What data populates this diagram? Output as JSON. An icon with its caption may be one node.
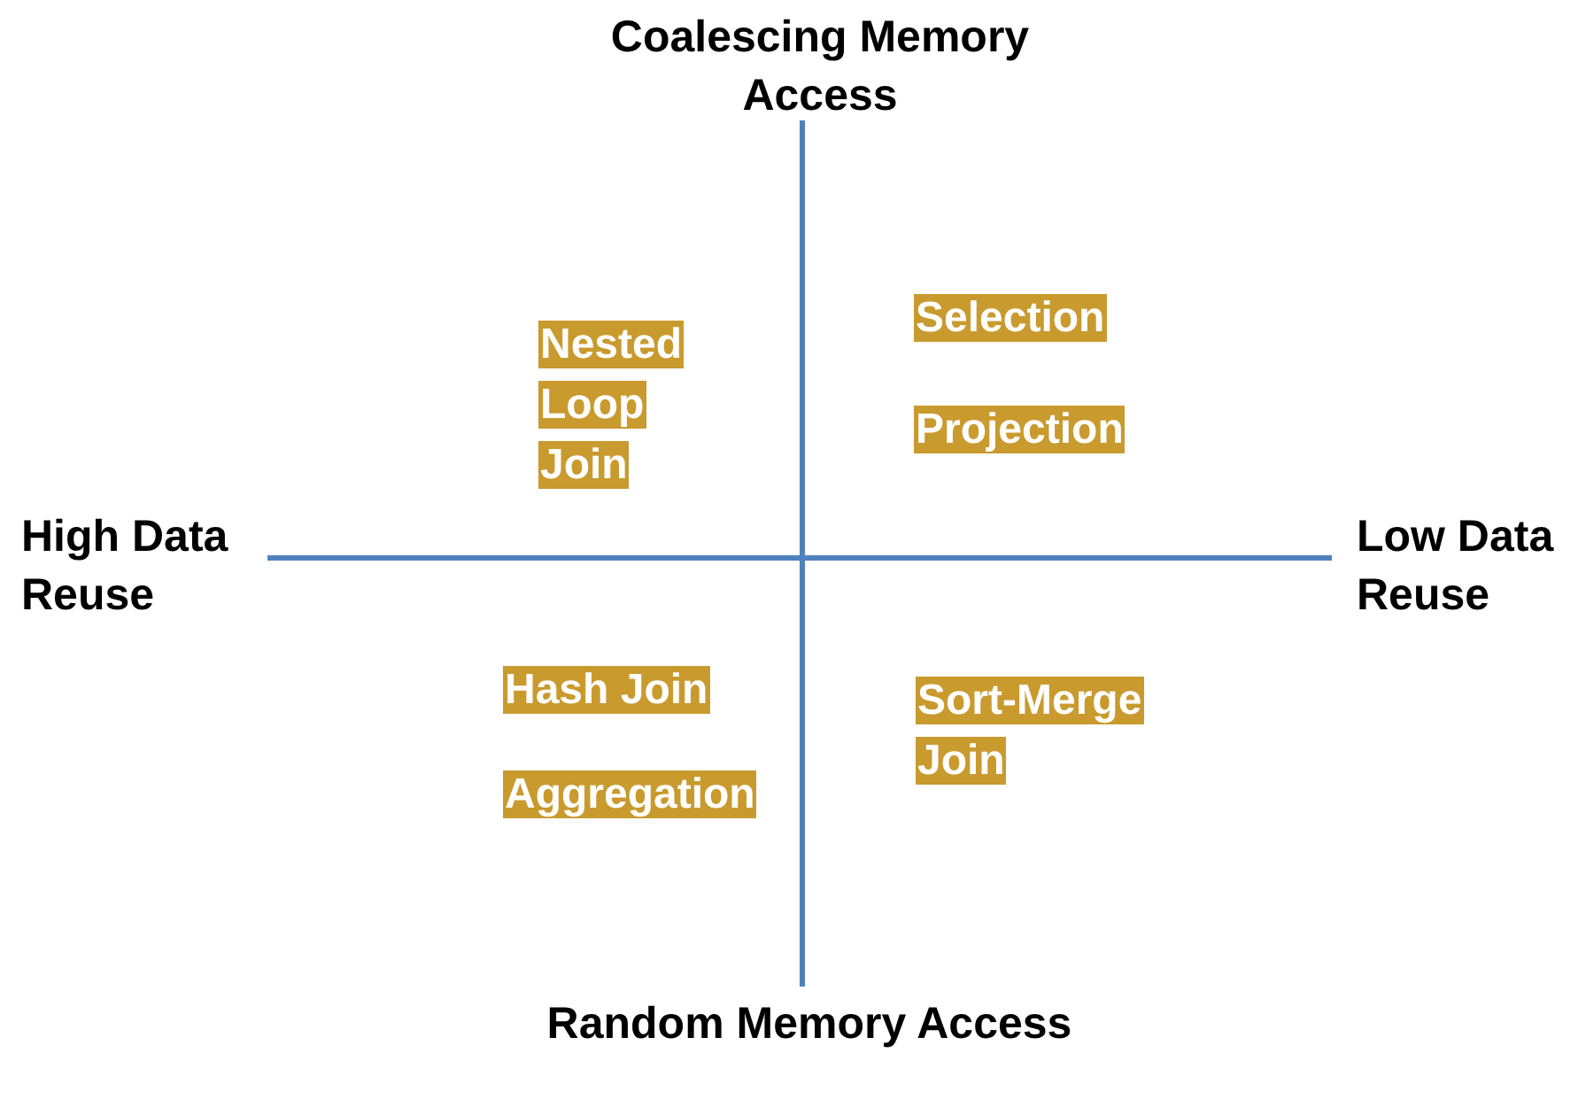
{
  "diagram": {
    "nodes": [
      {
        "text": [
          "Nested Loop Join"
        ]
      },
      {
        "text": [
          "Selection"
        ]
      },
      {
        "text": [
          "Projection"
        ]
      },
      {
        "text": [
          "Hash Join"
        ]
      },
      {
        "text": [
          "Aggregation"
        ]
      },
      {
        "text": [
          "Sort-Merge Join"
        ]
      }
    ],
    "edges": [],
    "labels": [
      "Coalescing Memory Access",
      "High Data Reuse",
      "Low Data Reuse",
      "Random Memory Access"
    ]
  }
}
